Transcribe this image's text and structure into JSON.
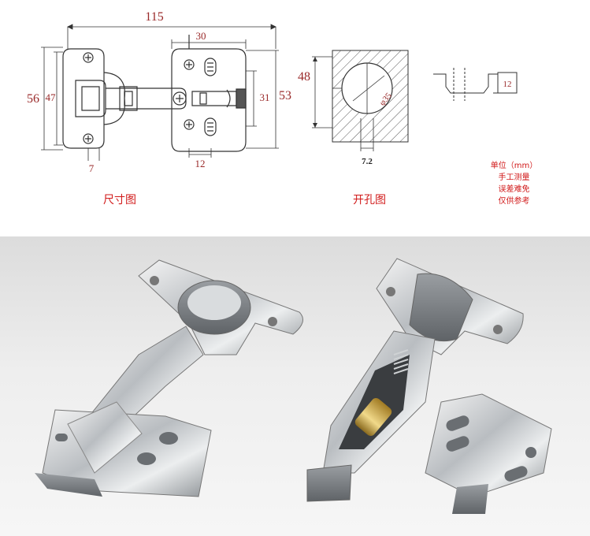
{
  "dimensions_drawing": {
    "caption": "尺寸图",
    "width_total": "115",
    "width_arm": "30",
    "height_outer": "56",
    "height_inner": "47",
    "height_plate": "53",
    "height_plate_inner": "31",
    "offset_left": "7",
    "hole_spacing": "12"
  },
  "hole_drawing": {
    "caption": "开孔图",
    "height": "48",
    "diameter": "φ35",
    "edge_distance": "7.2",
    "cup_depth": "12"
  },
  "note": {
    "unit": "单位（mm）",
    "line1": "手工测量",
    "line2": "误差难免",
    "line3": "仅供参考"
  },
  "colors": {
    "dimension_text": "#9a2a2a",
    "caption_text": "#d11a1a",
    "line": "#333333"
  }
}
